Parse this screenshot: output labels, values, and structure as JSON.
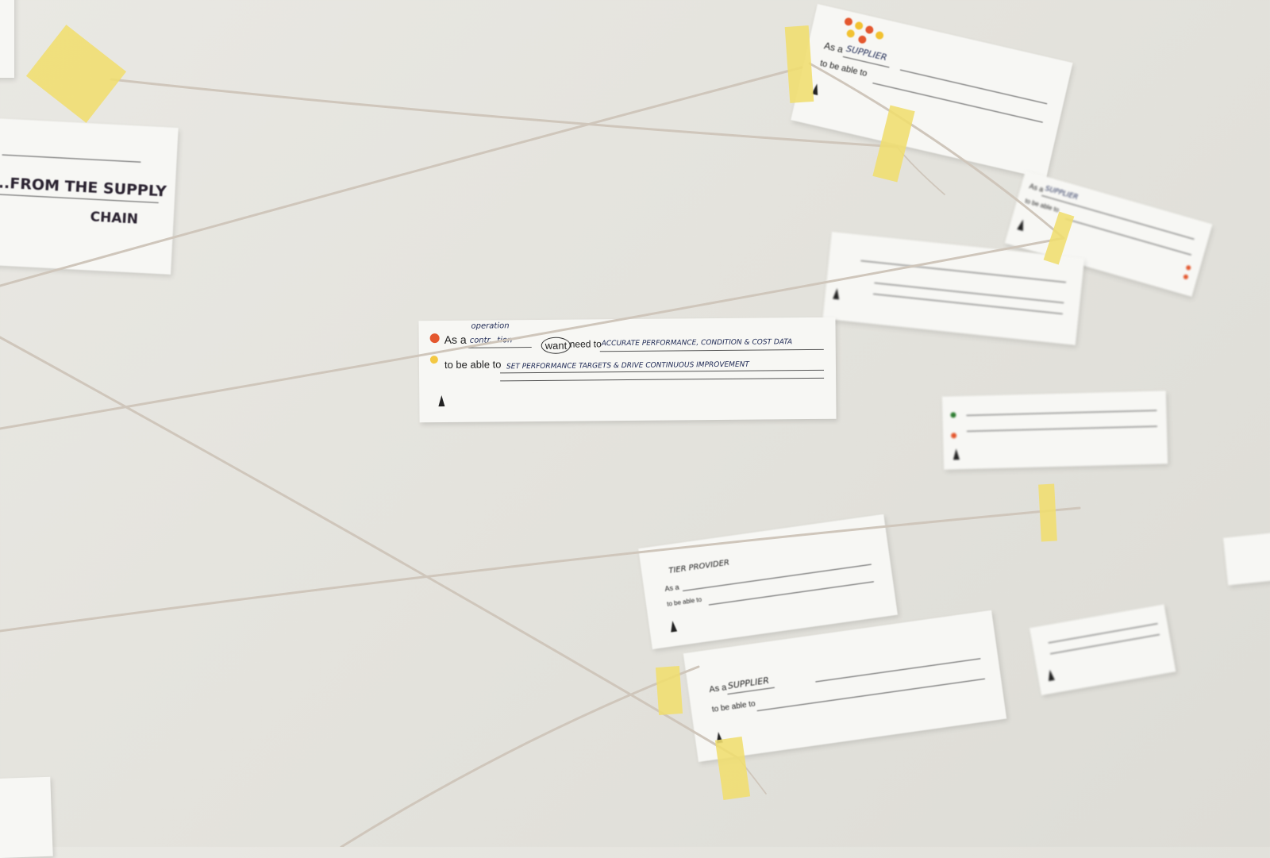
{
  "scene": {
    "description_colors": {
      "wall": "#e6e5df",
      "card": "#f7f7f4",
      "tape": "#f0de6e",
      "string": "#cfc6bb",
      "dot_red": "#e4572e",
      "dot_yellow": "#f2c230"
    }
  },
  "cards": {
    "left": {
      "line1": "...FROM THE SUPPLY",
      "line2": "CHAIN"
    },
    "center": {
      "as_a": "As a",
      "role": "contr...tion",
      "role_note": "operation",
      "want": "want",
      "need_to": "need to",
      "want_text": "ACCURATE PERFORMANCE, CONDITION & COST DATA",
      "to_be_able_to": "to be able to",
      "goal_text": "SET PERFORMANCE TARGETS & DRIVE CONTINUOUS IMPROVEMENT"
    },
    "top_right": {
      "as_a": "As a",
      "role": "SUPPLIER",
      "to_be_able_to": "to be able to"
    },
    "bottom_center": {
      "role_note": "TIER PROVIDER",
      "as_a": "As a",
      "to_be_able_to": "to be able to"
    },
    "bottom_right": {
      "as_a": "As a",
      "role": "SUPPLIER",
      "to_be_able_to": "to be able to"
    },
    "right_mid": {
      "as_a": "As a",
      "role": "SUPPLIER",
      "to_be_able_to": "to be able to"
    }
  }
}
